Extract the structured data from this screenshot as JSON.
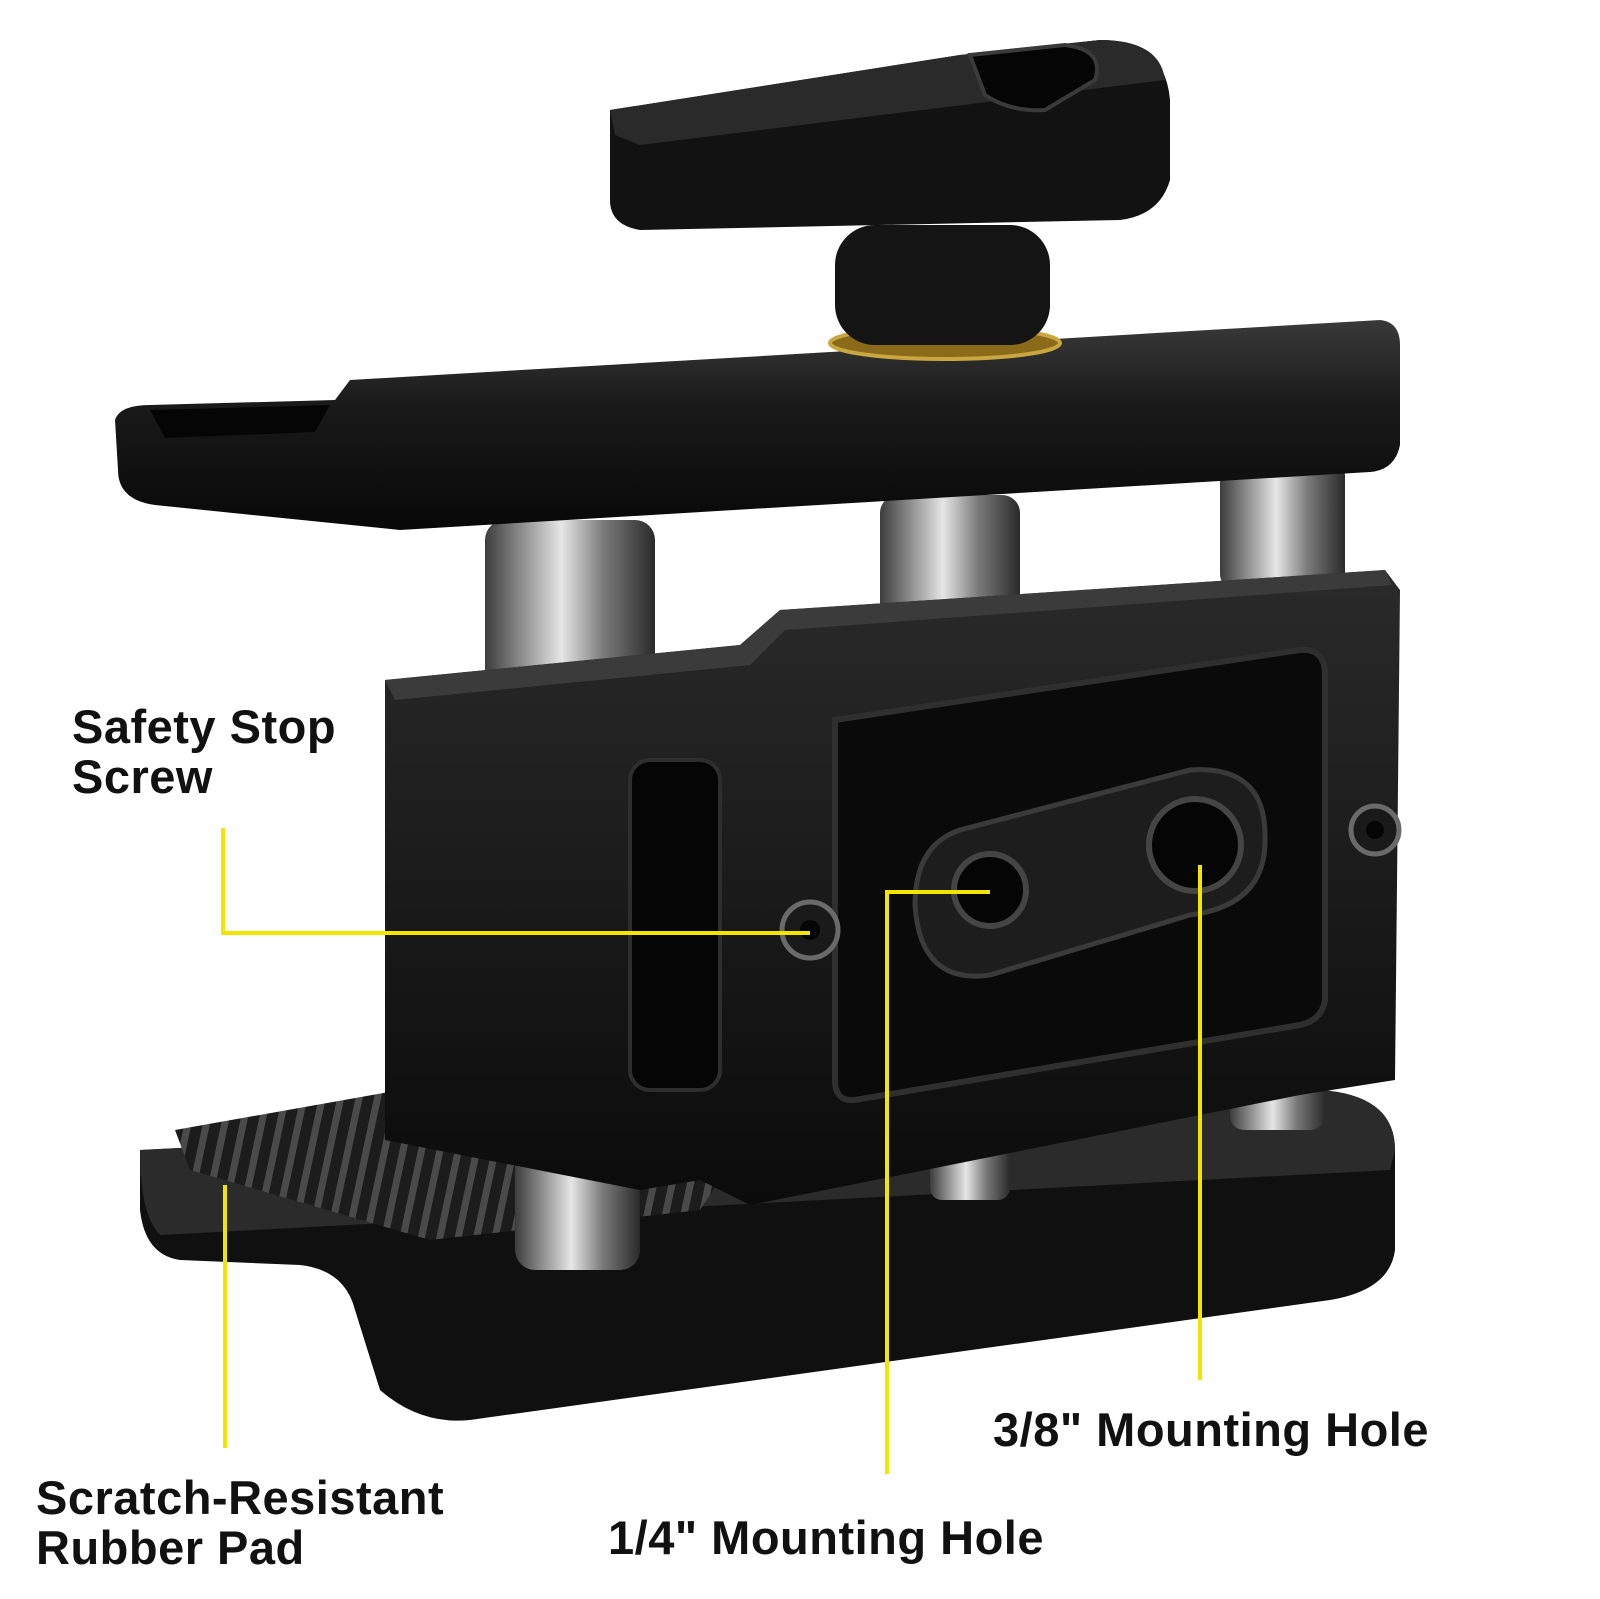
{
  "image": {
    "subject": "black aluminum camera clamp mount with callouts",
    "background": "#ffffff",
    "callout_color": "#f2e600"
  },
  "callouts": {
    "safety_stop": {
      "line1": "Safety Stop",
      "line2": "Screw"
    },
    "rubber_pad": {
      "line1": "Scratch-Resistant",
      "line2": "Rubber Pad"
    },
    "hole_quarter": {
      "text": "1/4\" Mounting Hole"
    },
    "hole_three_eighths": {
      "text": "3/8\" Mounting Hole"
    }
  }
}
